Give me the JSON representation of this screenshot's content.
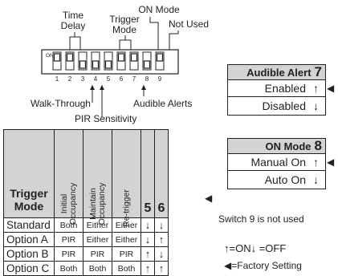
{
  "dip_switch": {
    "on_label": "ON",
    "switch_numbers": [
      "1",
      "2",
      "3",
      "4",
      "5",
      "6",
      "7",
      "8",
      "9"
    ],
    "callouts": {
      "time_delay": [
        "Time",
        "Delay"
      ],
      "trigger_mode": [
        "Trigger",
        "Mode"
      ],
      "on_mode": "ON Mode",
      "not_used": "Not Used",
      "walk_through": "Walk-Through",
      "pir_sensitivity": "PIR Sensitivity",
      "audible_alerts": "Audible Alerts"
    }
  },
  "audible_alert_panel": {
    "title": "Audible Alert",
    "switch_number": "7",
    "rows": [
      {
        "label": "Enabled",
        "arrow": "↑",
        "factory": true
      },
      {
        "label": "Disabled",
        "arrow": "↓",
        "factory": false
      }
    ]
  },
  "on_mode_panel": {
    "title": "ON Mode",
    "switch_number": "8",
    "rows": [
      {
        "label": "Manual On",
        "arrow": "↑",
        "factory": true
      },
      {
        "label": "Auto On",
        "arrow": "↓",
        "factory": false
      }
    ]
  },
  "trigger_table": {
    "header": {
      "mode": [
        "Trigger",
        "Mode"
      ],
      "initial": [
        "Initial",
        "Occupancy"
      ],
      "maintain": [
        "Maintain",
        "Occupancy"
      ],
      "retrigger": "Re-trigger",
      "sw5": "5",
      "sw6": "6"
    },
    "rows": [
      {
        "mode": "Standard",
        "initial": "Both",
        "maintain": "Either",
        "retrigger": "Either",
        "sw5": "↓",
        "sw6": "↓",
        "factory": true
      },
      {
        "mode": "Option A",
        "initial": "PIR",
        "maintain": "Either",
        "retrigger": "Either",
        "sw5": "↓",
        "sw6": "↑",
        "factory": false
      },
      {
        "mode": "Option B",
        "initial": "PIR",
        "maintain": "PIR",
        "retrigger": "PIR",
        "sw5": "↑",
        "sw6": "↓",
        "factory": false
      },
      {
        "mode": "Option C",
        "initial": "Both",
        "maintain": "Both",
        "retrigger": "Both",
        "sw5": "↑",
        "sw6": "↑",
        "factory": false
      }
    ]
  },
  "notes": {
    "switch9": "Switch 9 is not used",
    "on_up": "↑=ON",
    "off_down": "↓ =OFF",
    "factory_marker": "◀",
    "factory_setting": "=Factory Setting"
  }
}
